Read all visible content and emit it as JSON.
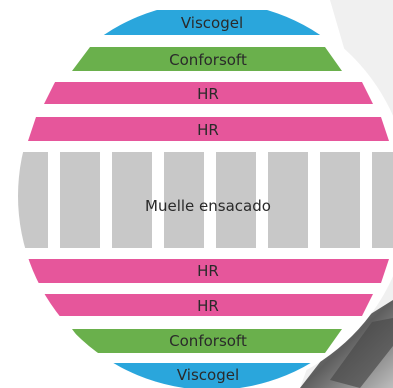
{
  "layers": [
    {
      "label": "Viscogel",
      "color": "#2aa6dc"
    },
    {
      "label": "Conforsoft",
      "color": "#6ab04c"
    },
    {
      "label": "HR",
      "color": "#e6569b"
    },
    {
      "label": "HR",
      "color": "#e6569b"
    },
    {
      "label": "Muelle ensacado",
      "color": "#c8c8c8"
    },
    {
      "label": "HR",
      "color": "#e6569b"
    },
    {
      "label": "HR",
      "color": "#e6569b"
    },
    {
      "label": "Conforsoft",
      "color": "#6ab04c"
    },
    {
      "label": "Viscogel",
      "color": "#2aa6dc"
    }
  ],
  "background": {
    "photo_tone": "#7a7a7a",
    "panel_tone": "#eeeeee"
  }
}
